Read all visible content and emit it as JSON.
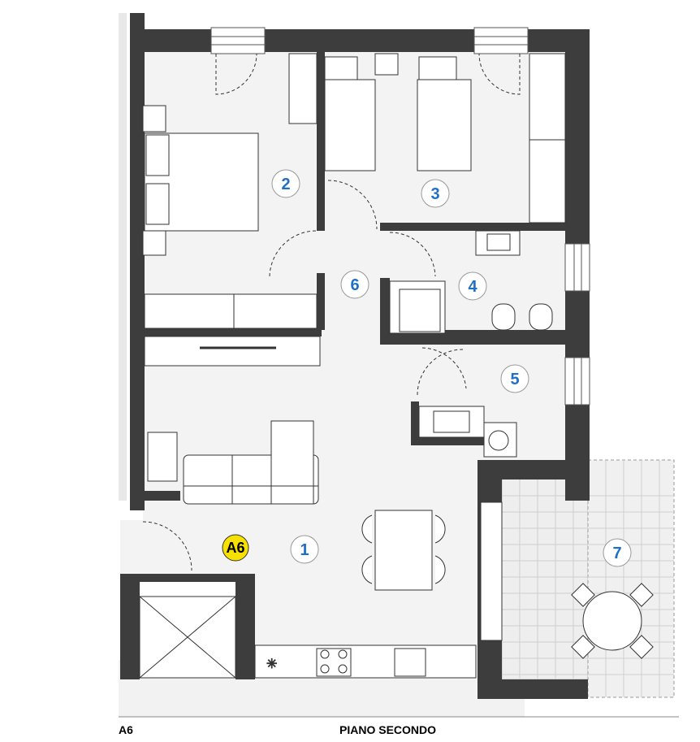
{
  "unit": {
    "id": "A6",
    "badge_color": "#f6e100"
  },
  "footer": {
    "unit_code": "A6",
    "floor": "PIANO SECONDO"
  },
  "rooms": [
    {
      "number": "1"
    },
    {
      "number": "2"
    },
    {
      "number": "3"
    },
    {
      "number": "4"
    },
    {
      "number": "5"
    },
    {
      "number": "6"
    },
    {
      "number": "7"
    }
  ],
  "colors": {
    "wall": "#3d3d3d",
    "floor": "#f3f3f3",
    "label": "#1f6fc5",
    "terrace": "#eeeeee"
  }
}
